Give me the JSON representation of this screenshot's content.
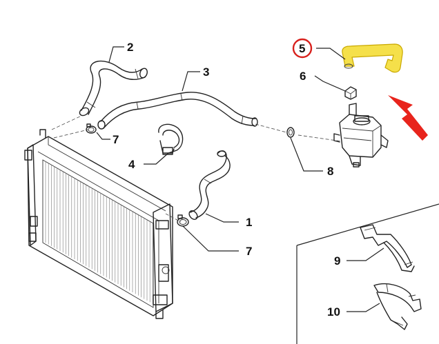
{
  "colors": {
    "highlight": "#f5e04a",
    "highlight_stroke": "#c9a800",
    "arrow": "#e8241c",
    "circle": "#d8201c",
    "ink": "#222222"
  },
  "labels": {
    "p1": "1",
    "p2": "2",
    "p3": "3",
    "p4": "4",
    "p5": "5",
    "p6": "6",
    "p7a": "7",
    "p7b": "7",
    "p8": "8",
    "p9": "9",
    "p10": "10"
  },
  "highlighted_part": "5"
}
